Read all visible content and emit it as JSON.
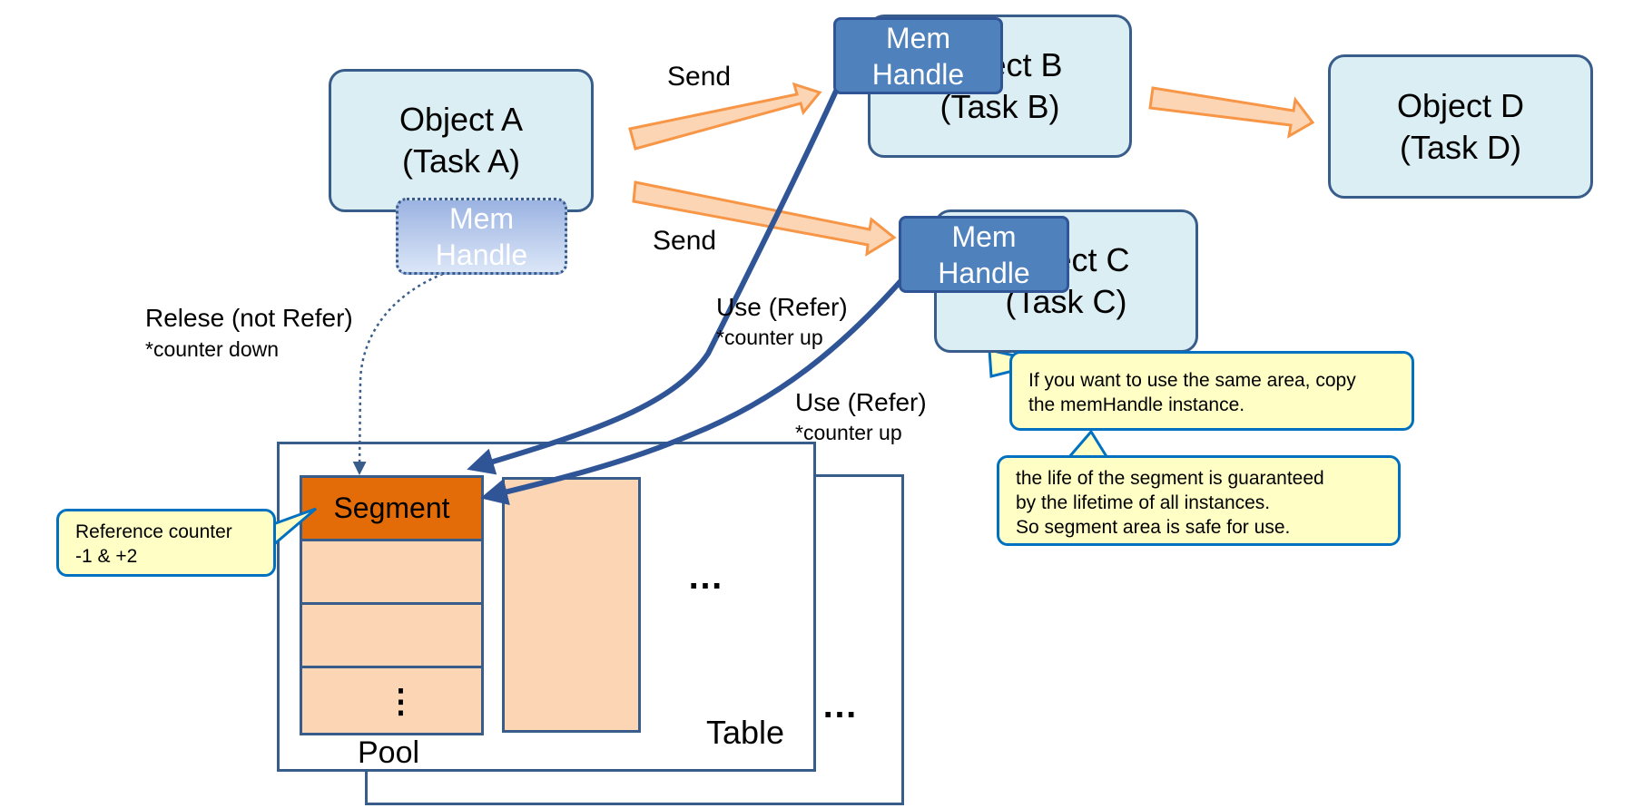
{
  "objects": {
    "a": {
      "name": "Object A",
      "task": "(Task A)"
    },
    "b": {
      "name": "Object B",
      "task": "(Task B)"
    },
    "c": {
      "name": "Object C",
      "task": "(Task C)"
    },
    "d": {
      "name": "Object D",
      "task": "(Task D)"
    }
  },
  "mem_handle": {
    "line1": "Mem",
    "line2": "Handle"
  },
  "arrows": {
    "send_upper": "Send",
    "send_lower": "Send",
    "release": "Relese (not Refer)",
    "release_note": "*counter down",
    "use_upper": "Use (Refer)",
    "use_upper_note": "*counter up",
    "use_lower": "Use (Refer)",
    "use_lower_note": "*counter up"
  },
  "pool": {
    "segment": "Segment",
    "vdots": "⋮",
    "label": "Pool",
    "hdots_inner": "…",
    "table_label": "Table",
    "hdots_outer": "…"
  },
  "callouts": {
    "reference": {
      "line1": "Reference counter",
      "line2": "-1 & +2"
    },
    "copy": {
      "line1": "If you want to use the same area, copy",
      "line2": "the memHandle  instance."
    },
    "life": {
      "line1": "the life of  the segment is guaranteed",
      "line2": "by the lifetime of all instances.",
      "line3": "So segment area is safe for use."
    }
  },
  "colors": {
    "object_fill": "#daeef3",
    "border_blue": "#385d8a",
    "mem_handle": "#4f81bd",
    "send_arrow_fill": "#fcd5b5",
    "send_arrow_stroke": "#f79646",
    "segment": "#e36c09",
    "pool_cell": "#fcd5b5",
    "callout_fill": "#ffffc5",
    "callout_border": "#0070c0"
  }
}
